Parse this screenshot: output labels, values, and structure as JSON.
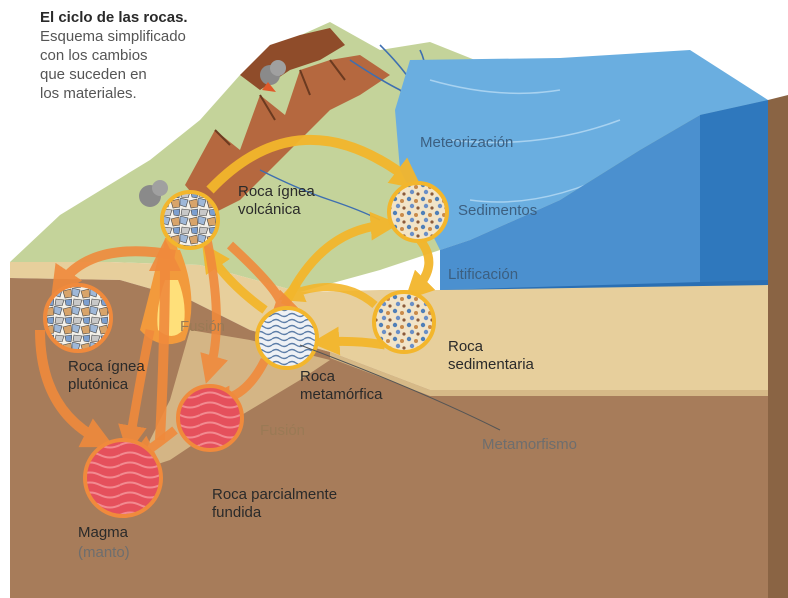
{
  "title": "El ciclo de las rocas.",
  "description": "Esquema simplificado\ncon los cambios\nque suceden en\nlos materiales.",
  "labels": {
    "meteorizacion": "Meteorización",
    "sedimentos": "Sedimentos",
    "litificacion": "Litificación",
    "roca_ignea_volcanica": "Roca ígnea\nvolcánica",
    "roca_ignea_plutonica": "Roca ígnea\nplutónica",
    "fusion_1": "Fusión",
    "fusion_2": "Fusión",
    "roca_metamorfica": "Roca\nmetamórfica",
    "roca_sedimentaria": "Roca\nsedimentaria",
    "metamorfismo": "Metamorfismo",
    "roca_parcialmente_fundida": "Roca parcialmente\nfundida",
    "magma": "Magma",
    "manto": "(manto)"
  },
  "colors": {
    "ocean": "#5b9fd6",
    "land_top": "#c8d89a",
    "earth": "#a87d5a",
    "sediment": "#e9cf98",
    "arrow_yellow": "#f3b62c",
    "arrow_orange": "#f08a3c",
    "magma": "#e0505a"
  }
}
